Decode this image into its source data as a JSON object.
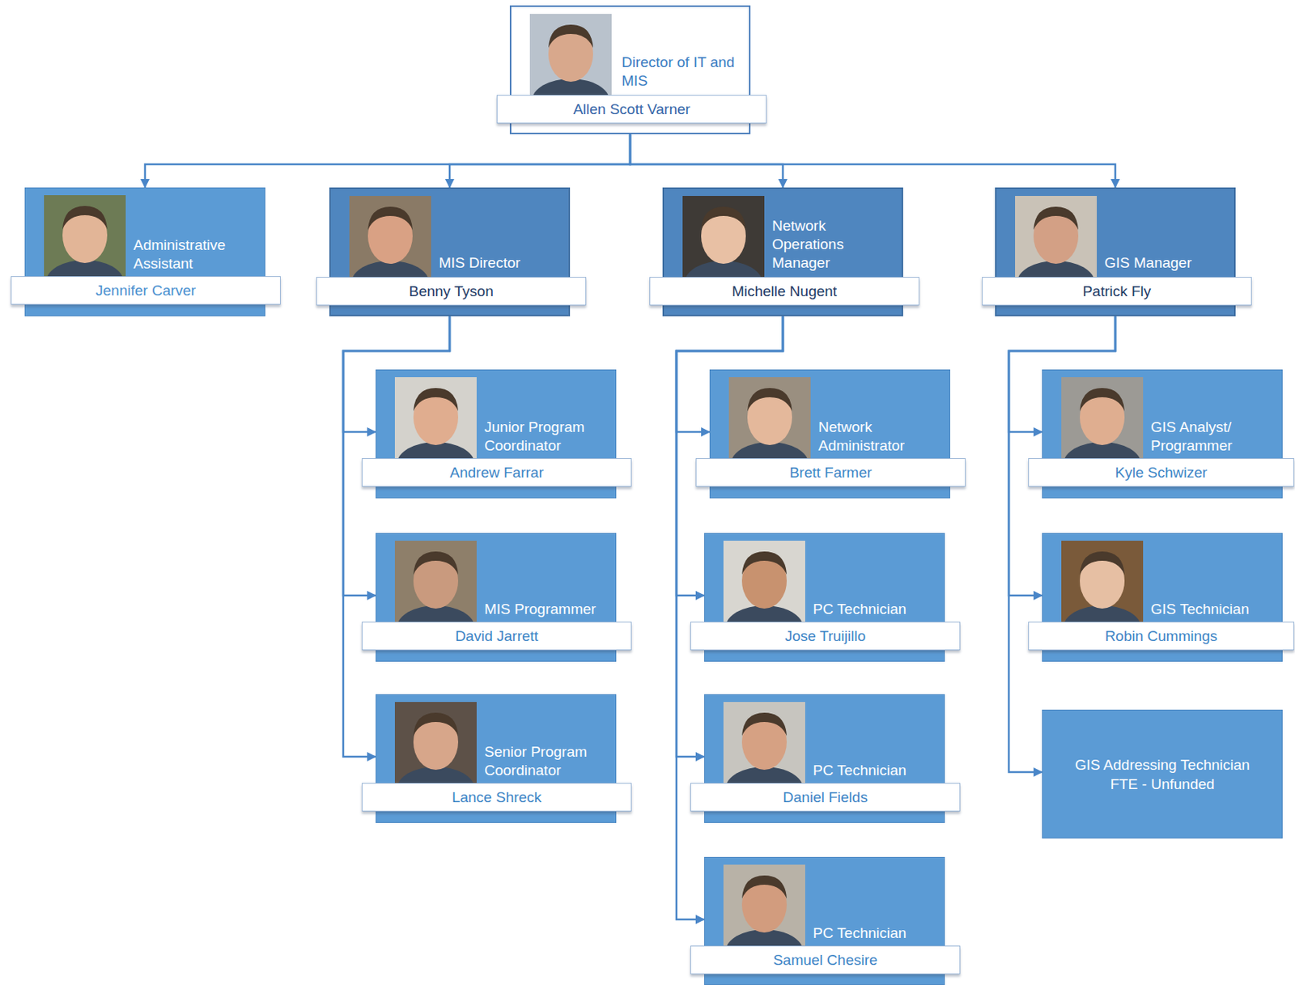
{
  "diagram": {
    "nodes": [
      {
        "text": [
          "Director of IT and MIS",
          "Allen Scott Varner"
        ]
      },
      {
        "text": [
          "Administrative Assistant",
          "Jennifer Carver"
        ]
      },
      {
        "text": [
          "MIS Director",
          "Benny Tyson"
        ]
      },
      {
        "text": [
          "Network Operations Manager",
          "Michelle Nugent"
        ]
      },
      {
        "text": [
          "GIS Manager",
          "Patrick Fly"
        ]
      },
      {
        "text": [
          "Junior Program Coordinator",
          "Andrew Farrar"
        ]
      },
      {
        "text": [
          "MIS Programmer",
          "David Jarrett"
        ]
      },
      {
        "text": [
          "Senior Program Coordinator",
          "Lance Shreck"
        ]
      },
      {
        "text": [
          "Network Administrator",
          "Brett Farmer"
        ]
      },
      {
        "text": [
          "PC Technician",
          "Jose Truijillo"
        ]
      },
      {
        "text": [
          "PC Technician",
          "Daniel Fields"
        ]
      },
      {
        "text": [
          "PC Technician",
          "Samuel Chesire"
        ]
      },
      {
        "text": [
          "GIS Analyst/ Programmer",
          "Kyle Schwizer"
        ]
      },
      {
        "text": [
          "GIS Technician",
          "Robin Cummings"
        ]
      },
      {
        "text": [
          "GIS Addressing Technician FTE - Unfunded"
        ]
      }
    ],
    "edges": [
      {
        "from": 0,
        "to": 1,
        "arrow": "to"
      },
      {
        "from": 0,
        "to": 2,
        "arrow": "to"
      },
      {
        "from": 0,
        "to": 3,
        "arrow": "to"
      },
      {
        "from": 0,
        "to": 4,
        "arrow": "to"
      },
      {
        "from": 2,
        "to": 5,
        "arrow": "to"
      },
      {
        "from": 2,
        "to": 6,
        "arrow": "to"
      },
      {
        "from": 2,
        "to": 7,
        "arrow": "to"
      },
      {
        "from": 3,
        "to": 8,
        "arrow": "to"
      },
      {
        "from": 3,
        "to": 9,
        "arrow": "to"
      },
      {
        "from": 3,
        "to": 10,
        "arrow": "to"
      },
      {
        "from": 3,
        "to": 11,
        "arrow": "to"
      },
      {
        "from": 4,
        "to": 12,
        "arrow": "to"
      },
      {
        "from": 4,
        "to": 13,
        "arrow": "to"
      },
      {
        "from": 4,
        "to": 14,
        "arrow": "to"
      }
    ]
  }
}
